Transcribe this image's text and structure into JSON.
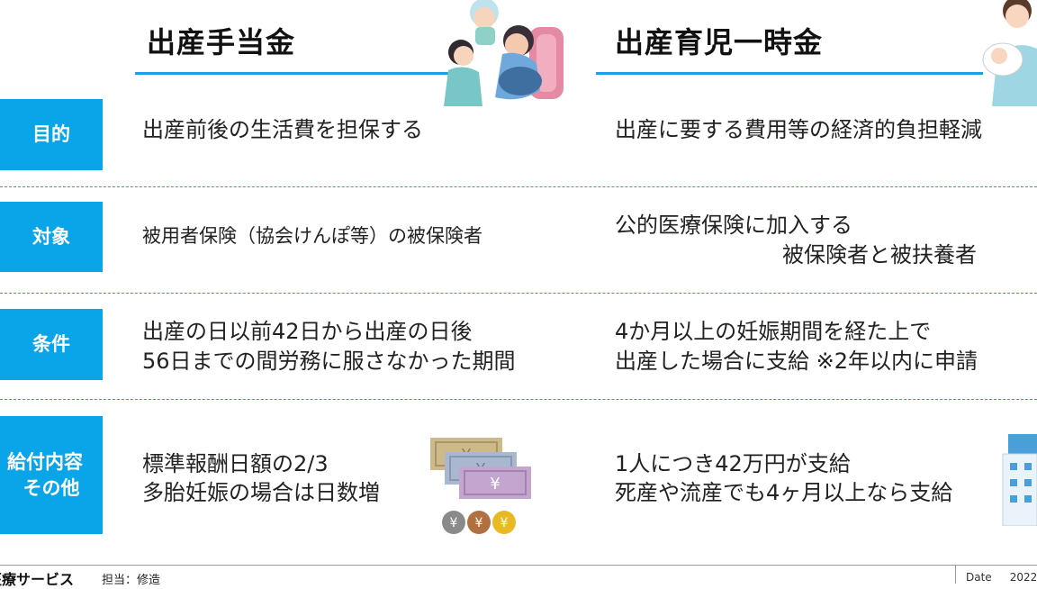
{
  "columns": {
    "left_title": "出産手当金",
    "right_title": "出産育児一時金"
  },
  "rows": {
    "purpose": {
      "label": "目的",
      "left": "出産前後の生活費を担保する",
      "right": "出産に要する費用等の経済的負担軽減"
    },
    "target": {
      "label": "対象",
      "left": "被用者保険（協会けんぽ等）の被保険者",
      "right_line1": "公的医療保険に加入する",
      "right_line2": "被保険者と被扶養者"
    },
    "condition": {
      "label": "条件",
      "left_line1": "出産の日以前42日から出産の日後",
      "left_line2": "56日までの間労務に服さなかった期間",
      "right_line1": "4か月以上の妊娠期間を経た上で",
      "right_line2": "出産した場合に支給 ※2年以内に申請"
    },
    "benefit": {
      "label_line1": "給付内容",
      "label_line2": "その他",
      "left_line1": "標準報酬日額の2/3",
      "left_line2": "多胎妊娠の場合は日数増",
      "right_line1": "1人につき42万円が支給",
      "right_line2": "死産や流産でも4ヶ月以上なら支給"
    }
  },
  "footer": {
    "company": "医療サービス",
    "person": "担当：修造",
    "date_label": "Date",
    "date_value": "2022"
  },
  "illustrations": {
    "childbirth": "childbirth-illustration",
    "nurse_baby": "nurse-with-baby-illustration",
    "money": "money-bills-coins-illustration",
    "hospital": "hospital-building-illustration"
  },
  "colors": {
    "accent": "#0aa4e8",
    "line": "#1ba1e2"
  }
}
